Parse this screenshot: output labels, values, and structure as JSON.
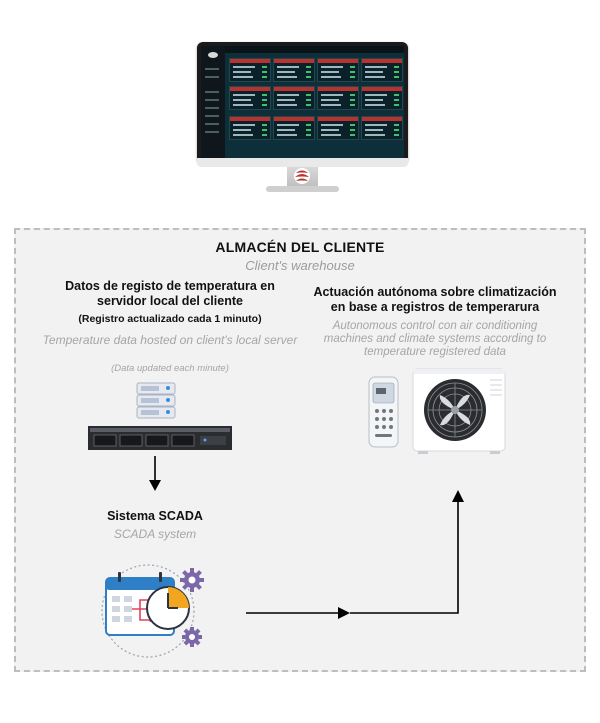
{
  "warehouse": {
    "title": "ALMACÉN DEL CLIENTE",
    "subtitle": "Client's warehouse"
  },
  "left_panel": {
    "heading": "Datos de registo de temperatura en servidor local del cliente",
    "heading_note": "(Registro actualizado cada 1 minuto)",
    "english_heading": "Temperature data hosted on client's local server",
    "english_note": "(Data updated each minute)"
  },
  "right_panel": {
    "heading": "Actuación autónoma sobre climatización en base a registros de temperarura",
    "english_heading": "Autonomous control con air conditioning machines and climate systems according to temperature registered data"
  },
  "scada": {
    "title": "Sistema SCADA",
    "subtitle": "SCADA system"
  },
  "icons": {
    "monitor": "dashboard-monitor-icon",
    "brand": "brand-logo-icon",
    "server": "server-rack-icon",
    "scada": "scada-calendar-clock-gears-icon",
    "remote": "ac-remote-icon",
    "ac_unit": "ac-outdoor-unit-icon"
  },
  "colors": {
    "box_border": "#bdbdbd",
    "box_fill": "#f2f2f2",
    "brand_red": "#b8322f",
    "english_text": "#a5a5a5",
    "arrow": "#000000",
    "scada_blue": "#2f7fc6",
    "scada_orange": "#f2a51f",
    "gear_purple": "#7b68a8"
  }
}
